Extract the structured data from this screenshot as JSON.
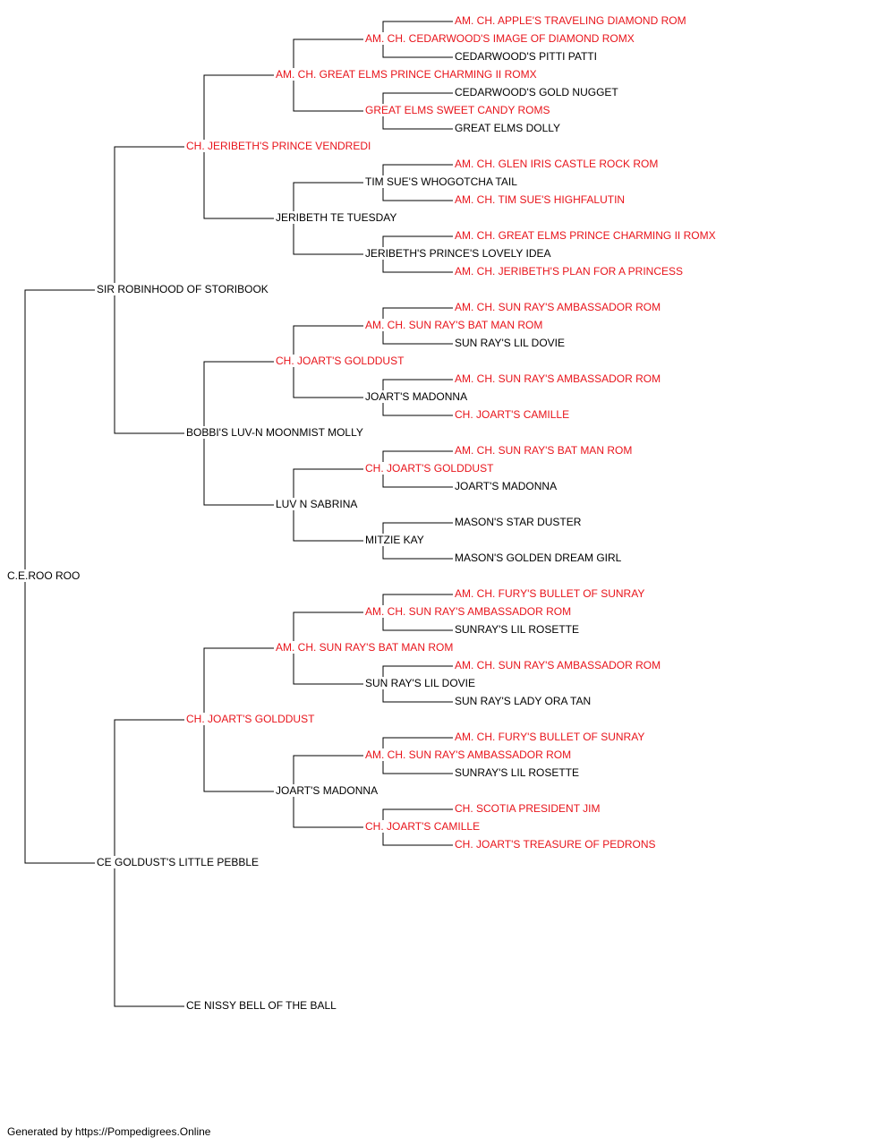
{
  "colors": {
    "titled": "#e8141b",
    "plain": "#000000"
  },
  "root": {
    "name": "C.E.ROO ROO",
    "titled": false,
    "children": [
      {
        "name": "SIR ROBINHOOD OF STORIBOOK",
        "titled": false,
        "children": [
          {
            "name": "CH. JERIBETH'S PRINCE VENDREDI",
            "titled": true,
            "children": [
              {
                "name": "AM. CH. GREAT ELMS PRINCE CHARMING II ROMX",
                "titled": true,
                "children": [
                  {
                    "name": "AM. CH. CEDARWOOD'S IMAGE OF DIAMOND ROMX",
                    "titled": true,
                    "children": [
                      {
                        "name": "AM. CH. APPLE'S TRAVELING DIAMOND ROM",
                        "titled": true
                      },
                      {
                        "name": "CEDARWOOD'S PITTI PATTI",
                        "titled": false
                      }
                    ]
                  },
                  {
                    "name": "GREAT ELMS SWEET CANDY ROMS",
                    "titled": true,
                    "children": [
                      {
                        "name": "CEDARWOOD'S GOLD NUGGET",
                        "titled": false
                      },
                      {
                        "name": "GREAT ELMS DOLLY",
                        "titled": false
                      }
                    ]
                  }
                ]
              },
              {
                "name": "JERIBETH TE TUESDAY",
                "titled": false,
                "children": [
                  {
                    "name": "TIM SUE'S WHOGOTCHA TAIL",
                    "titled": false,
                    "children": [
                      {
                        "name": "AM. CH. GLEN IRIS CASTLE ROCK ROM",
                        "titled": true
                      },
                      {
                        "name": "AM. CH. TIM SUE'S HIGHFALUTIN",
                        "titled": true
                      }
                    ]
                  },
                  {
                    "name": "JERIBETH'S PRINCE'S LOVELY IDEA",
                    "titled": false,
                    "children": [
                      {
                        "name": "AM. CH. GREAT ELMS PRINCE CHARMING II ROMX",
                        "titled": true
                      },
                      {
                        "name": "AM. CH. JERIBETH'S PLAN FOR A PRINCESS",
                        "titled": true
                      }
                    ]
                  }
                ]
              }
            ]
          },
          {
            "name": "BOBBI'S LUV-N MOONMIST MOLLY",
            "titled": false,
            "children": [
              {
                "name": "CH. JOART'S GOLDDUST",
                "titled": true,
                "children": [
                  {
                    "name": "AM. CH. SUN RAY'S BAT MAN ROM",
                    "titled": true,
                    "children": [
                      {
                        "name": "AM. CH. SUN RAY'S AMBASSADOR ROM",
                        "titled": true
                      },
                      {
                        "name": "SUN RAY'S LIL DOVIE",
                        "titled": false
                      }
                    ]
                  },
                  {
                    "name": "JOART'S MADONNA",
                    "titled": false,
                    "children": [
                      {
                        "name": "AM. CH. SUN RAY'S AMBASSADOR ROM",
                        "titled": true
                      },
                      {
                        "name": "CH. JOART'S CAMILLE",
                        "titled": true
                      }
                    ]
                  }
                ]
              },
              {
                "name": "LUV N SABRINA",
                "titled": false,
                "children": [
                  {
                    "name": "CH. JOART'S GOLDDUST",
                    "titled": true,
                    "children": [
                      {
                        "name": "AM. CH. SUN RAY'S BAT MAN ROM",
                        "titled": true
                      },
                      {
                        "name": "JOART'S MADONNA",
                        "titled": false
                      }
                    ]
                  },
                  {
                    "name": "MITZIE KAY",
                    "titled": false,
                    "children": [
                      {
                        "name": "MASON'S STAR DUSTER",
                        "titled": false
                      },
                      {
                        "name": "MASON'S GOLDEN DREAM GIRL",
                        "titled": false
                      }
                    ]
                  }
                ]
              }
            ]
          }
        ]
      },
      {
        "name": "CE GOLDUST'S LITTLE PEBBLE",
        "titled": false,
        "children": [
          {
            "name": "CH. JOART'S GOLDDUST",
            "titled": true,
            "children": [
              {
                "name": "AM. CH. SUN RAY'S BAT MAN ROM",
                "titled": true,
                "children": [
                  {
                    "name": "AM. CH. SUN RAY'S AMBASSADOR ROM",
                    "titled": true,
                    "children": [
                      {
                        "name": "AM. CH. FURY'S BULLET OF SUNRAY",
                        "titled": true
                      },
                      {
                        "name": "SUNRAY'S LIL ROSETTE",
                        "titled": false
                      }
                    ]
                  },
                  {
                    "name": "SUN RAY'S LIL DOVIE",
                    "titled": false,
                    "children": [
                      {
                        "name": "AM. CH. SUN RAY'S AMBASSADOR ROM",
                        "titled": true
                      },
                      {
                        "name": "SUN RAY'S LADY ORA TAN",
                        "titled": false
                      }
                    ]
                  }
                ]
              },
              {
                "name": "JOART'S MADONNA",
                "titled": false,
                "children": [
                  {
                    "name": "AM. CH. SUN RAY'S AMBASSADOR ROM",
                    "titled": true,
                    "children": [
                      {
                        "name": "AM. CH. FURY'S BULLET OF SUNRAY",
                        "titled": true
                      },
                      {
                        "name": "SUNRAY'S LIL ROSETTE",
                        "titled": false
                      }
                    ]
                  },
                  {
                    "name": "CH. JOART'S CAMILLE",
                    "titled": true,
                    "children": [
                      {
                        "name": "CH. SCOTIA PRESIDENT JIM",
                        "titled": true
                      },
                      {
                        "name": "CH. JOART'S TREASURE OF PEDRONS",
                        "titled": true
                      }
                    ]
                  }
                ]
              }
            ]
          },
          {
            "name": "CE NISSY BELL OF THE BALL",
            "titled": false
          }
        ]
      }
    ]
  },
  "footer": "Generated by https://Pompedigrees.Online"
}
